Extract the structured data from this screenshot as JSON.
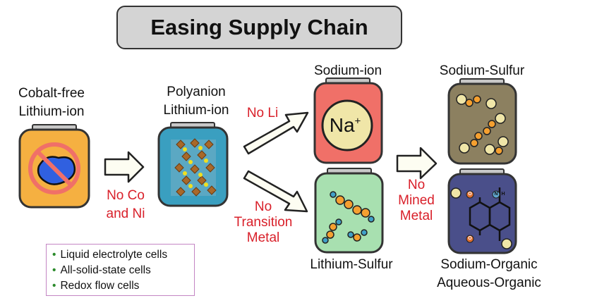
{
  "title": "Easing Supply Chain",
  "colors": {
    "label_red": "#d9202a",
    "jar_cobalt_free": "#f5b041",
    "jar_polyanion": "#3a9fc0",
    "jar_sodium_ion": "#f07068",
    "jar_lithium_sulfur": "#a8e0b0",
    "jar_sodium_sulfur": "#8c8060",
    "jar_organic": "#4a4f8a"
  },
  "jars": {
    "cobalt_free": {
      "line1": "Cobalt-free",
      "line2": "Lithium-ion"
    },
    "polyanion": {
      "line1": "Polyanion",
      "line2": "Lithium-ion"
    },
    "sodium_ion": {
      "label": "Sodium-ion",
      "ion_text": "Na",
      "ion_charge": "+"
    },
    "lithium_sulfur": {
      "label": "Lithium-Sulfur"
    },
    "sodium_sulfur": {
      "label": "Sodium-Sulfur"
    },
    "organic": {
      "line1": "Sodium-Organic",
      "line2": "Aqueous-Organic",
      "atom_o": "O",
      "atom_n": "N",
      "atom_h": "H"
    }
  },
  "transitions": {
    "no_co_ni": {
      "line1": "No Co",
      "line2": "and Ni"
    },
    "no_li": "No Li",
    "no_tm": {
      "line1": "No",
      "line2": "Transition",
      "line3": "Metal"
    },
    "no_mined": {
      "line1": "No",
      "line2": "Mined",
      "line3": "Metal"
    }
  },
  "legend": {
    "bullet": "•",
    "items": [
      "Liquid electrolyte cells",
      "All-solid-state cells",
      "Redox flow cells"
    ]
  }
}
